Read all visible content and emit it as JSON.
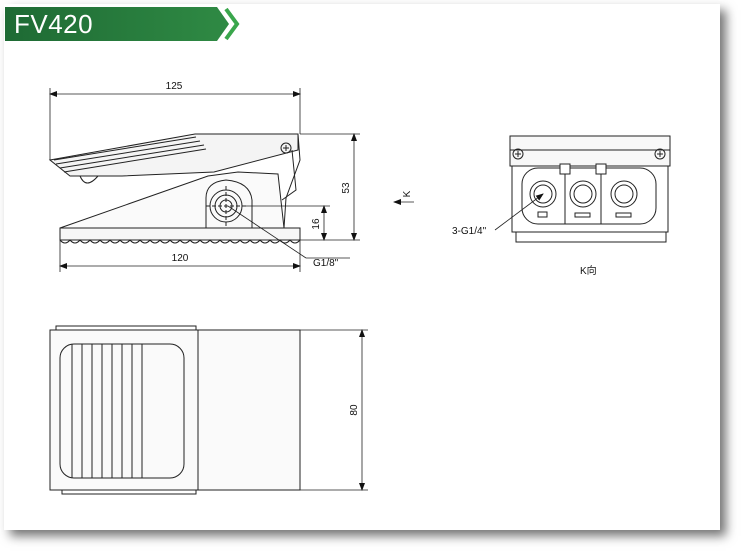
{
  "header": {
    "title": "FV420",
    "colors": {
      "banner_start": "#1e6a34",
      "banner_end": "#2f8a44",
      "chevron": "#3aa64c"
    }
  },
  "side_view": {
    "dim_length_top": "125",
    "dim_length_bottom": "120",
    "dim_height": "53",
    "dim_port_height": "16",
    "port_label": "G1/8\"",
    "view_arrow_label": "K"
  },
  "k_view": {
    "port_label": "3-G1/4\"",
    "caption": "K向"
  },
  "top_view": {
    "dim_width": "80"
  }
}
